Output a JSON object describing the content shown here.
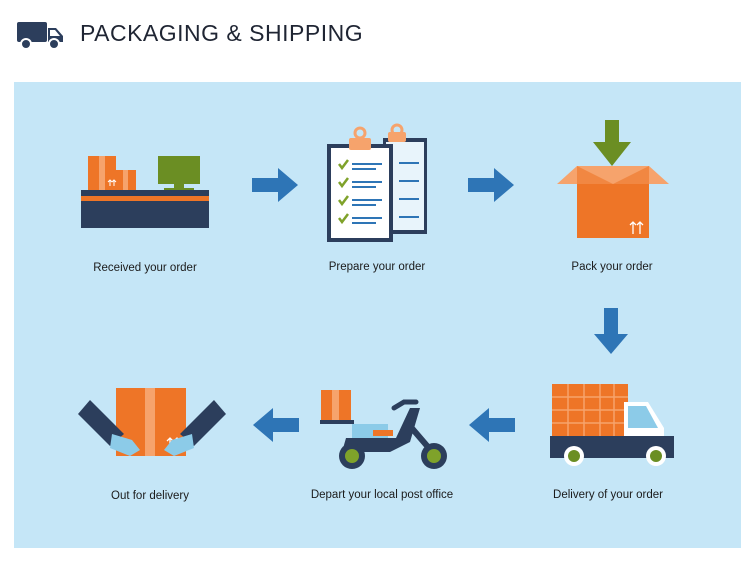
{
  "header": {
    "title": "PACKAGING & SHIPPING",
    "logo_icon": "delivery-truck-icon"
  },
  "colors": {
    "panel_background": "#c5e6f7",
    "box_orange": "#ee7527",
    "box_light": "#f6a36c",
    "navy": "#2c3e5c",
    "arrow_blue": "#2e75b6",
    "green": "#6b8e23"
  },
  "steps": [
    {
      "label": "Received your order",
      "icon": "order-desk-icon"
    },
    {
      "label": "Prepare your order",
      "icon": "clipboard-checklist-icon"
    },
    {
      "label": "Pack your order",
      "icon": "open-box-icon"
    },
    {
      "label": "Delivery of your order",
      "icon": "delivery-truck-icon"
    },
    {
      "label": "Depart your local post office",
      "icon": "scooter-icon"
    },
    {
      "label": "Out for delivery",
      "icon": "hands-box-icon"
    }
  ],
  "flow_arrows": [
    "right",
    "right",
    "down",
    "left",
    "left"
  ]
}
